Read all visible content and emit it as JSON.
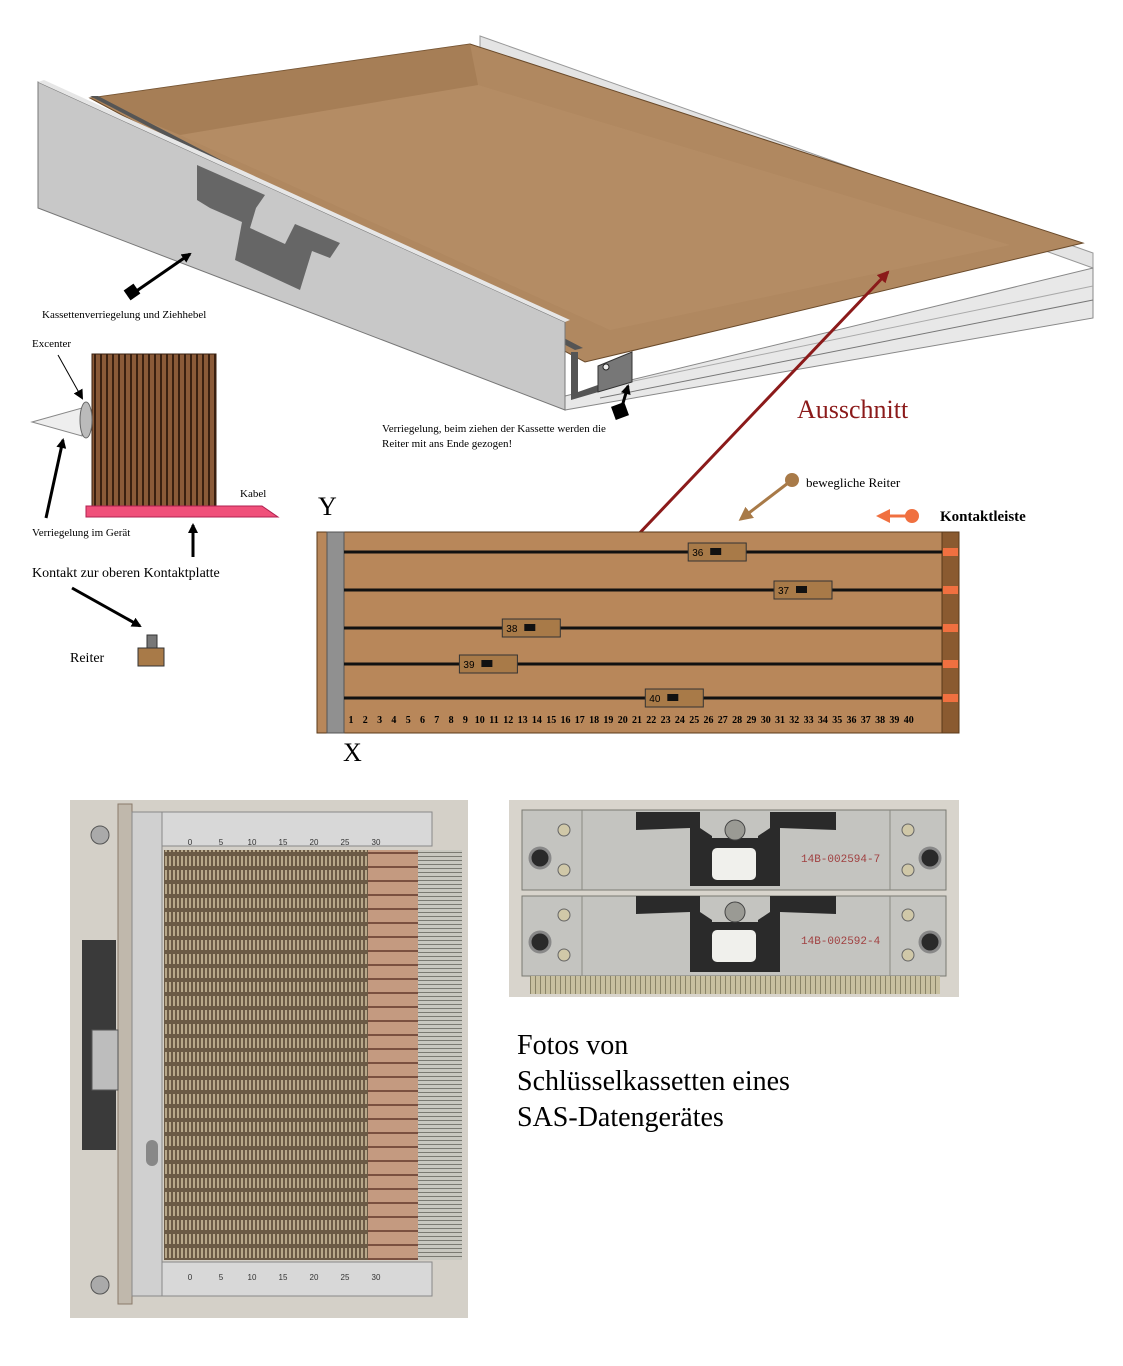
{
  "labels": {
    "latch_lever": "Kassettenverriegelung und Ziehhebel",
    "eccentric": "Excenter",
    "cable": "Kabel",
    "device_lock": "Verriegelung im Gerät",
    "upper_contact": "Kontakt zur oberen Kontaktplatte",
    "tab": "Reiter",
    "pull_lock_line1": "Verriegelung, beim ziehen der Kassette werden die",
    "pull_lock_line2": "Reiter mit ans Ende gezogen!",
    "cutout": "Ausschnitt",
    "movable_tabs": "bewegliche Reiter",
    "contact_strip": "Kontaktleiste",
    "axis_y": "Y",
    "axis_x": "X"
  },
  "grid": {
    "columns": [
      "1",
      "2",
      "3",
      "4",
      "5",
      "6",
      "7",
      "8",
      "9",
      "10",
      "11",
      "12",
      "13",
      "14",
      "15",
      "16",
      "17",
      "18",
      "19",
      "20",
      "21",
      "22",
      "23",
      "24",
      "25",
      "26",
      "27",
      "28",
      "29",
      "30",
      "31",
      "32",
      "33",
      "34",
      "35",
      "36",
      "37",
      "38",
      "39",
      "40"
    ],
    "tabs": [
      {
        "label": "36",
        "row": 0,
        "col": 24
      },
      {
        "label": "37",
        "row": 1,
        "col": 30
      },
      {
        "label": "38",
        "row": 2,
        "col": 11
      },
      {
        "label": "39",
        "row": 3,
        "col": 8
      },
      {
        "label": "40",
        "row": 4,
        "col": 21
      }
    ]
  },
  "photo_scale": [
    "0",
    "5",
    "10",
    "15",
    "20",
    "25",
    "30"
  ],
  "photo_codes": [
    "14B-002594-7",
    "14B-002592-4"
  ],
  "caption": [
    "Fotos von",
    "Schlüsselkassetten eines",
    "SAS-Datengerätes"
  ],
  "colors": {
    "tray_brown": "#b08860",
    "panel_gray": "#cfcfcf",
    "cutout_red": "#8b1a1a",
    "movable_brown": "#a87a48",
    "contact_orange": "#f07040",
    "contact_pink": "#f0507a",
    "grid_brown": "#b8875a"
  }
}
